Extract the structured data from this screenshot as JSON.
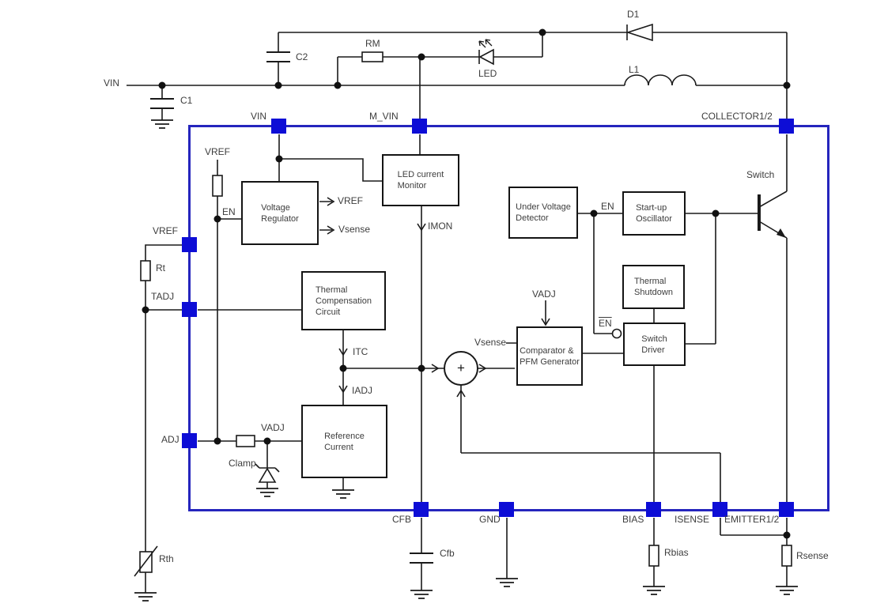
{
  "colors": {
    "ic_border": "#2525bd",
    "pin_fill": "#0d0dd6",
    "wire": "#1a1a1a"
  },
  "nets": {
    "vin": "VIN"
  },
  "pins": {
    "vin": {
      "label": "VIN"
    },
    "m_vin": {
      "label": "M_VIN"
    },
    "collector": {
      "label": "COLLECTOR1/2"
    },
    "vref": {
      "label": "VREF"
    },
    "tadj": {
      "label": "TADJ"
    },
    "adj": {
      "label": "ADJ"
    },
    "cfb": {
      "label": "CFB"
    },
    "gnd": {
      "label": "GND"
    },
    "bias": {
      "label": "BIAS"
    },
    "isense": {
      "label": "ISENSE"
    },
    "emitter": {
      "label": "EMITTER1/2"
    }
  },
  "blocks": {
    "voltage_regulator": {
      "label": "Voltage\nRegulator"
    },
    "led_current_monitor": {
      "label": "LED current\nMonitor"
    },
    "thermal_compensation": {
      "label": "Thermal\nCompensation\nCircuit"
    },
    "reference_current": {
      "label": "Reference\nCurrent"
    },
    "under_voltage_detector": {
      "label": "Under Voltage\nDetector"
    },
    "startup_oscillator": {
      "label": "Start-up\nOscillator"
    },
    "thermal_shutdown": {
      "label": "Thermal\nShutdown"
    },
    "switch_driver": {
      "label": "Switch\nDriver"
    },
    "comparator_pfm": {
      "label": "Comparator &\nPFM Generator"
    }
  },
  "components": {
    "c1": {
      "label": "C1"
    },
    "c2": {
      "label": "C2"
    },
    "rm": {
      "label": "RM"
    },
    "led": {
      "label": "LED"
    },
    "d1": {
      "label": "D1"
    },
    "l1": {
      "label": "L1"
    },
    "rt": {
      "label": "Rt"
    },
    "rth": {
      "label": "Rth"
    },
    "clamp": {
      "label": "Clamp"
    },
    "cfb_cap": {
      "label": "Cfb"
    },
    "rbias": {
      "label": "Rbias"
    },
    "rsense": {
      "label": "Rsense"
    }
  },
  "signals": {
    "vref_internal": "VREF",
    "en_regulator": "EN",
    "vref_out": "VREF",
    "vsense_out": "Vsense",
    "imon": "IMON",
    "itc": "ITC",
    "iadj": "IADJ",
    "vadj_adj": "VADJ",
    "vadj_comp": "VADJ",
    "vsense_comp": "Vsense",
    "en_osc": "EN",
    "en_bar": "EN",
    "switch": "Switch",
    "summing_plus": "+"
  }
}
